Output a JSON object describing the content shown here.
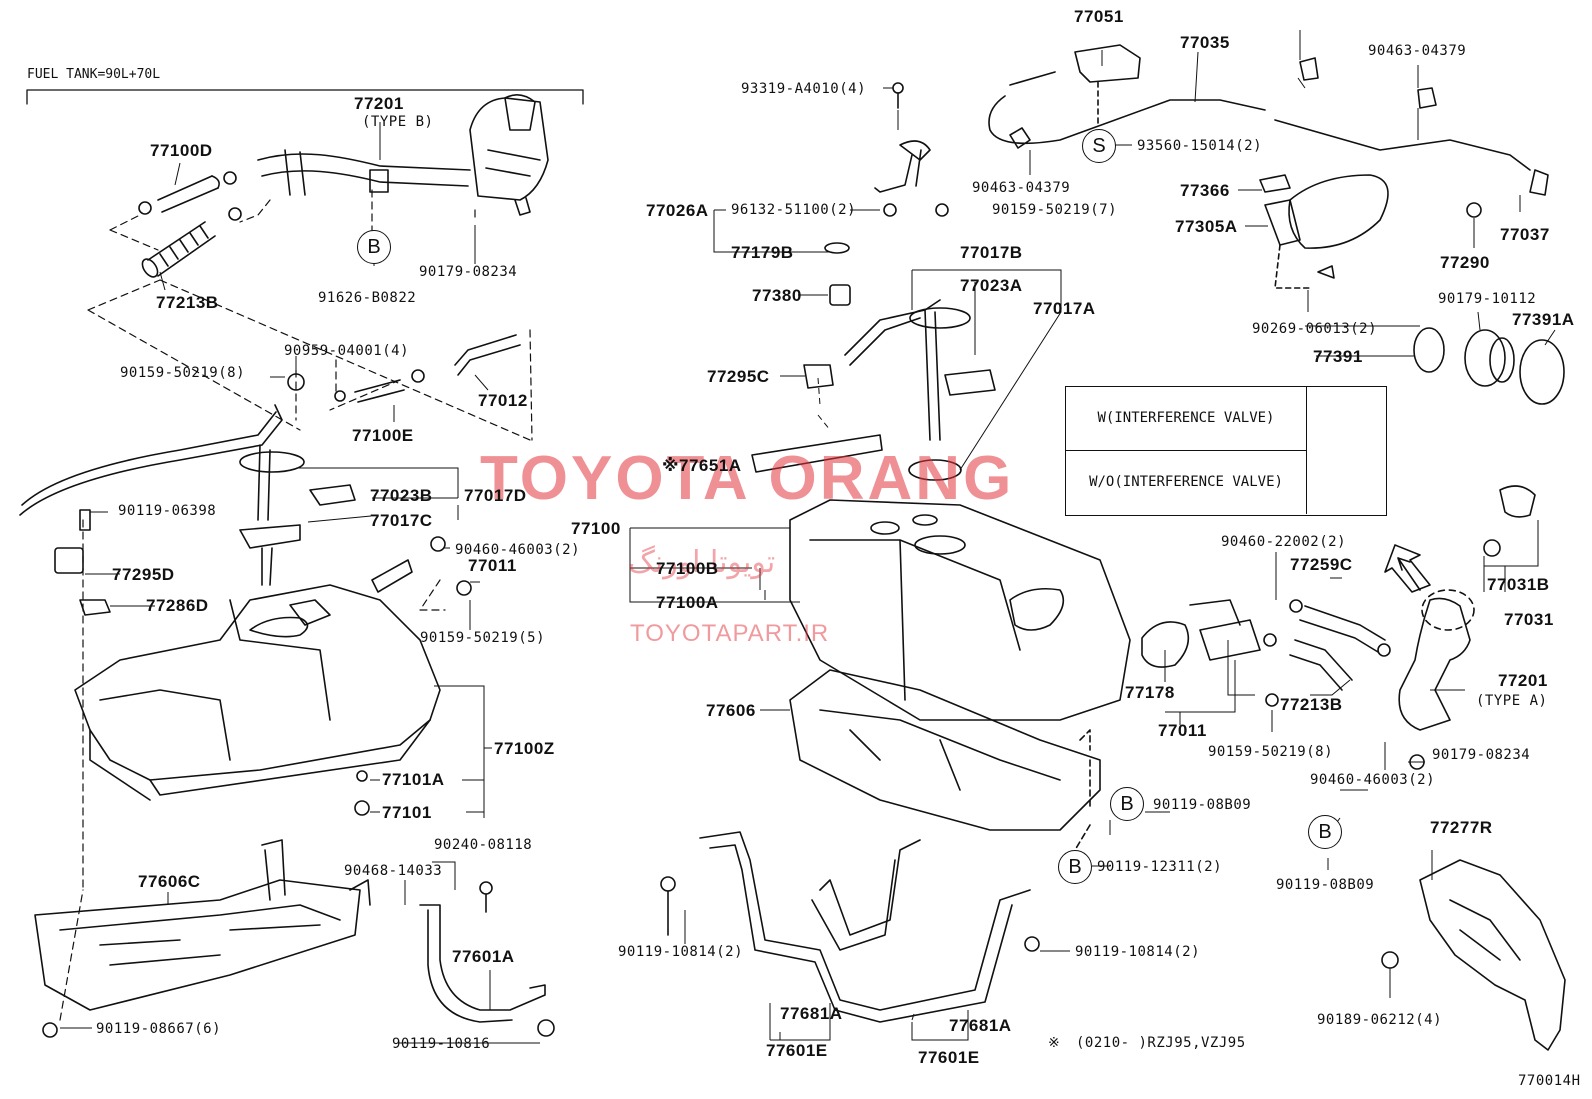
{
  "title": "FUEL TANK=90L+70L",
  "diagram_code": "770014H",
  "footnote": {
    "symbol": "※",
    "text": "(0210-       )RZJ95,VZJ95"
  },
  "watermark": {
    "brand": "TOYOTA ORANG",
    "farsi": "تویوتا اورنگ",
    "url": "TOYOTAPART.IR"
  },
  "valve_table": [
    {
      "label": "W(INTERFERENCE VALVE)"
    },
    {
      "label": "W/O(INTERFERENCE VALVE)"
    }
  ],
  "circle_markers": [
    "B",
    "B",
    "B",
    "B",
    "S"
  ],
  "parts": [
    "77201",
    "(TYPE B)",
    "77100D",
    "77213B",
    "91626-B0822",
    "90179-08234",
    "90959-04001(4)",
    "90159-50219(8)",
    "77012",
    "77100E",
    "90119-06398",
    "77023B",
    "77017D",
    "77017C",
    "90460-46003(2)",
    "77011",
    "77295D",
    "77286D",
    "90159-50219(5)",
    "77100Z",
    "77101A",
    "77101",
    "77606C",
    "90240-08118",
    "90468-14033",
    "77601A",
    "90119-08667(6)",
    "90119-10816",
    "93319-A4010(4)",
    "77026A",
    "96132-51100(2)",
    "77179B",
    "77380",
    "77295C",
    "※77651A",
    "77100",
    "77100B",
    "77100A",
    "77606",
    "90119-10814(2)",
    "77681A",
    "77601E",
    "77681A",
    "77601E",
    "90119-10814(2)",
    "77051",
    "77035",
    "93560-15014(2)",
    "90463-04379",
    "90159-50219(7)",
    "77017B",
    "77023A",
    "77017A",
    "90463-04379",
    "77366",
    "77305A",
    "77037",
    "77290",
    "90269-06013(2)",
    "90179-10112",
    "77391A",
    "77391",
    "90460-22002(2)",
    "77259C",
    "77031B",
    "77031",
    "77178",
    "77011",
    "77213B",
    "77201",
    "(TYPE A)",
    "90159-50219(8)",
    "90179-08234",
    "90460-46003(2)",
    "90119-08B09",
    "90119-12311(2)",
    "90119-08B09",
    "77277R",
    "90189-06212(4)"
  ]
}
